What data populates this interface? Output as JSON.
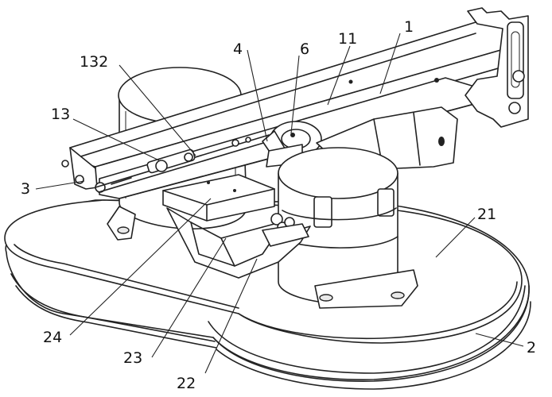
{
  "labels": {
    "l1": "1",
    "l2": "2",
    "l3": "3",
    "l4": "4",
    "l6": "6",
    "l11": "11",
    "l13": "13",
    "l132": "132",
    "l21": "21",
    "l22": "22",
    "l23": "23",
    "l24": "24"
  }
}
